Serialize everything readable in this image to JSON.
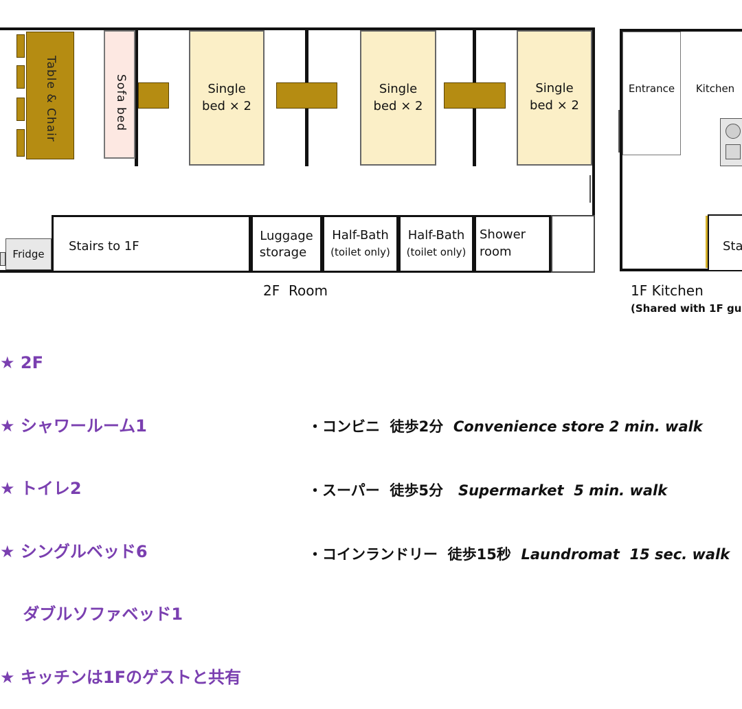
{
  "floor2": {
    "table_chair": "Table & Chair",
    "sofa_bed": "Sofa bed",
    "beds": [
      {
        "line1": "Single",
        "line2": "bed × 2"
      },
      {
        "line1": "Single",
        "line2": "bed × 2"
      },
      {
        "line1": "Single",
        "line2": "bed × 2"
      }
    ],
    "fridge": "Fridge",
    "stairs": "Stairs to 1F",
    "luggage": {
      "line1": "Luggage",
      "line2": "storage"
    },
    "half_bath_1": {
      "line1": "Half-Bath",
      "line2": "(toilet only)"
    },
    "half_bath_2": {
      "line1": "Half-Bath",
      "line2": "(toilet only)"
    },
    "shower": {
      "line1": "Shower",
      "line2": "room"
    },
    "caption": "2F  Room"
  },
  "floor1": {
    "entrance": "Entrance",
    "kitchen": "Kitchen",
    "stairs_partial": "Sta",
    "caption": "1F Kitchen",
    "subcaption": "(Shared with 1F gu"
  },
  "features": [
    "★ 2F",
    "★ シャワールーム1",
    "★ トイレ2",
    "★ シングルベッド6",
    "    ダブルソファベッド1",
    "★ キッチンは1Fのゲストと共有"
  ],
  "nearby": [
    {
      "ja": "・コンビニ  徒歩2分",
      "en": "Convenience store 2 min. walk"
    },
    {
      "ja": "・スーパー  徒歩5分",
      "en": "Supermarket  5 min. walk"
    },
    {
      "ja": "・コインランドリー  徒歩15秒",
      "en": "Laundromat  15 sec. walk"
    }
  ],
  "colors": {
    "wood": "#b58c12",
    "bed_fill": "#fbefc7",
    "sofa_fill": "#fde8e2",
    "features_text": "#7a3fb0"
  }
}
